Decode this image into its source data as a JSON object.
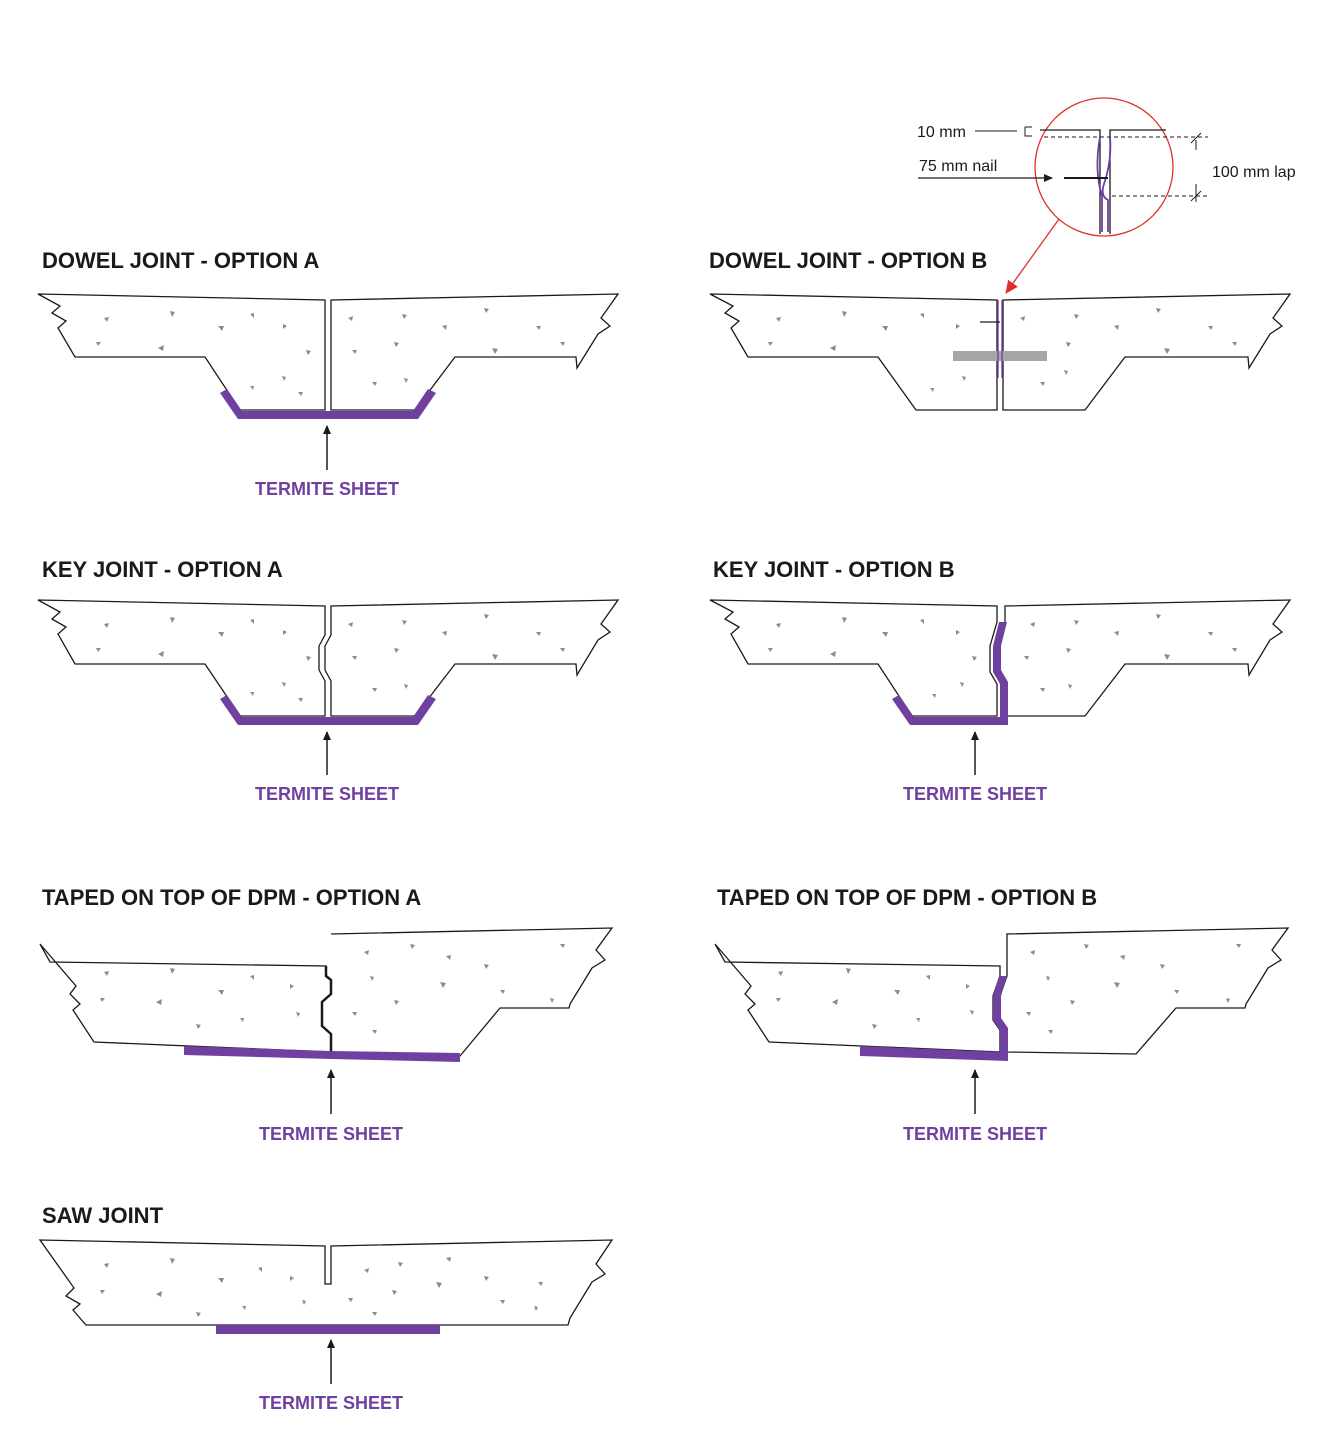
{
  "colors": {
    "termite_sheet": "#7040a0",
    "outline": "#1a1a1a",
    "aggregate": "#8c8c8c",
    "dowel_bar": "#a6a6a6",
    "callout": "#e0302a"
  },
  "panels": {
    "dowel_a": {
      "title": "DOWEL JOINT -  OPTION A",
      "sheet_label": "TERMITE SHEET"
    },
    "dowel_b": {
      "title": "DOWEL JOINT -  OPTION B"
    },
    "key_a": {
      "title": "KEY JOINT -  OPTION A",
      "sheet_label": "TERMITE SHEET"
    },
    "key_b": {
      "title": "KEY JOINT -  OPTION B",
      "sheet_label": "TERMITE SHEET"
    },
    "taped_a": {
      "title": "TAPED ON TOP OF DPM - OPTION A",
      "sheet_label": "TERMITE SHEET"
    },
    "taped_b": {
      "title": "TAPED ON TOP OF DPM - OPTION B",
      "sheet_label": "TERMITE SHEET"
    },
    "saw": {
      "title": "SAW JOINT",
      "sheet_label": "TERMITE SHEET"
    }
  },
  "detail": {
    "gap": "10 mm",
    "nail": "75 mm nail",
    "lap": "100 mm lap"
  }
}
